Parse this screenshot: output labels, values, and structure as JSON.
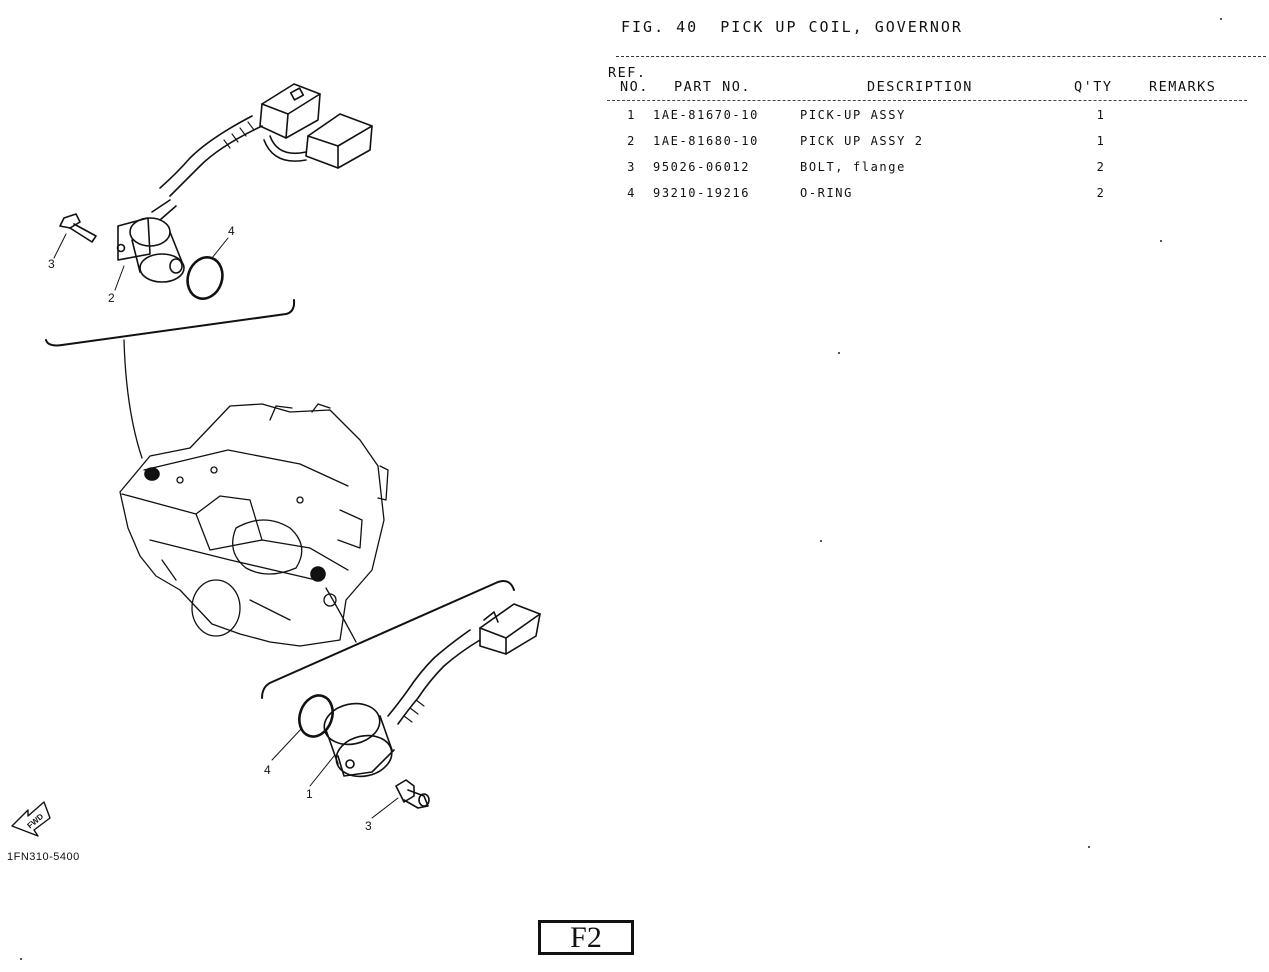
{
  "figure": {
    "title": "FIG. 40  PICK UP COIL, GOVERNOR"
  },
  "table": {
    "headers": {
      "ref_line1": "REF.",
      "ref_line2": "NO.",
      "part_no": "PART NO.",
      "description": "DESCRIPTION",
      "qty": "Q'TY",
      "remarks": "REMARKS"
    },
    "rows": [
      {
        "ref": "1",
        "part_no": "1AE-81670-10",
        "description": "PICK-UP ASSY",
        "qty": "1",
        "remarks": ""
      },
      {
        "ref": "2",
        "part_no": "1AE-81680-10",
        "description": "PICK UP ASSY 2",
        "qty": "1",
        "remarks": ""
      },
      {
        "ref": "3",
        "part_no": "95026-06012",
        "description": "BOLT, flange",
        "qty": "2",
        "remarks": ""
      },
      {
        "ref": "4",
        "part_no": "93210-19216",
        "description": "O-RING",
        "qty": "2",
        "remarks": ""
      }
    ]
  },
  "diagram": {
    "callouts": {
      "top_bolt": "3",
      "top_pickup": "2",
      "top_oring": "4",
      "bottom_oring": "4",
      "bottom_pickup": "1",
      "bottom_bolt": "3"
    },
    "fwd_label": "FWD"
  },
  "footer": {
    "drawing_code": "1FN310-5400",
    "page_label": "F2"
  }
}
